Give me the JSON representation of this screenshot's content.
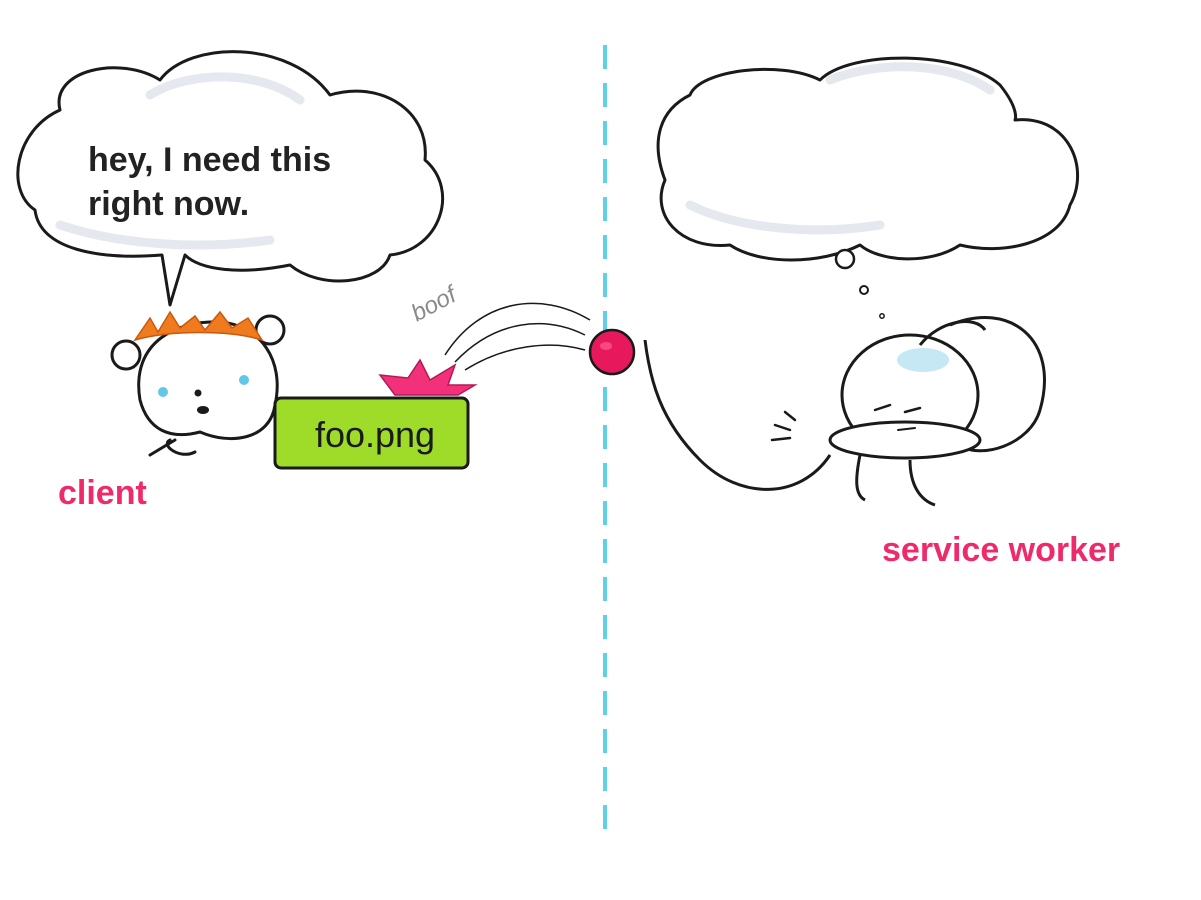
{
  "speech_bubble": {
    "line1": "hey, I need this",
    "line2": "right now."
  },
  "file": {
    "name": "foo.png",
    "color": "#9fdc2a"
  },
  "sound_effect": "boof",
  "labels": {
    "client": "client",
    "service_worker": "service worker"
  },
  "colors": {
    "label": "#ee2a6b",
    "divider": "#5fd0e6",
    "ball": "#e8185c",
    "hair": "#f07a1e",
    "splash": "#f2317a"
  },
  "icons": [
    "client-character-icon",
    "service-worker-character-icon",
    "ball-icon",
    "thought-cloud-icon",
    "speech-bubble-icon"
  ]
}
